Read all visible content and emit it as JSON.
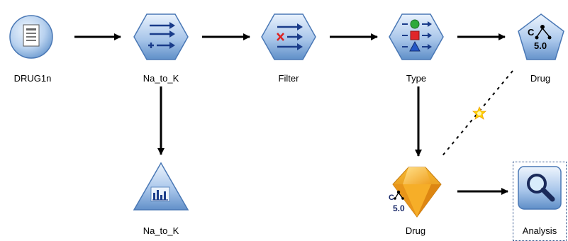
{
  "canvas": {
    "nodes": [
      {
        "id": "drug1n",
        "label": "DRUG1n",
        "type": "source-node",
        "icon": "document-icon"
      },
      {
        "id": "na_to_k_derive",
        "label": "Na_to_K",
        "type": "derive-node",
        "icon": "derive-arrows-icon"
      },
      {
        "id": "filter",
        "label": "Filter",
        "type": "filter-node",
        "icon": "filter-icon"
      },
      {
        "id": "type",
        "label": "Type",
        "type": "type-node",
        "icon": "type-icon"
      },
      {
        "id": "drug_model",
        "label": "Drug",
        "type": "modeling-node",
        "icon": "c50-tree-icon"
      },
      {
        "id": "na_to_k_graph",
        "label": "Na_to_K",
        "type": "graph-node",
        "icon": "histogram-icon"
      },
      {
        "id": "drug_nugget",
        "label": "Drug",
        "type": "model-nugget",
        "icon": "c50-nugget-icon"
      },
      {
        "id": "analysis",
        "label": "Analysis",
        "type": "output-node",
        "icon": "magnifier-icon",
        "selected": true
      }
    ],
    "connections": [
      {
        "from": "drug1n",
        "to": "na_to_k_derive",
        "style": "solid-arrow"
      },
      {
        "from": "na_to_k_derive",
        "to": "filter",
        "style": "solid-arrow"
      },
      {
        "from": "filter",
        "to": "type",
        "style": "solid-arrow"
      },
      {
        "from": "type",
        "to": "drug_model",
        "style": "solid-arrow"
      },
      {
        "from": "na_to_k_derive",
        "to": "na_to_k_graph",
        "style": "solid-arrow"
      },
      {
        "from": "type",
        "to": "drug_nugget",
        "style": "solid-arrow"
      },
      {
        "from": "drug_nugget",
        "to": "analysis",
        "style": "solid-arrow"
      },
      {
        "from": "drug_model",
        "to": "drug_nugget",
        "style": "dashed-link",
        "marker": "star-icon"
      }
    ],
    "c50_text": "C\n5.0"
  },
  "colors": {
    "node_blue_light": "#cfe0f5",
    "node_blue_dark": "#5f8fc8",
    "node_border": "#4a78b5",
    "nugget_gold": "#f5b52a",
    "nugget_orange": "#e8901a",
    "star_yellow": "#ffd400"
  }
}
